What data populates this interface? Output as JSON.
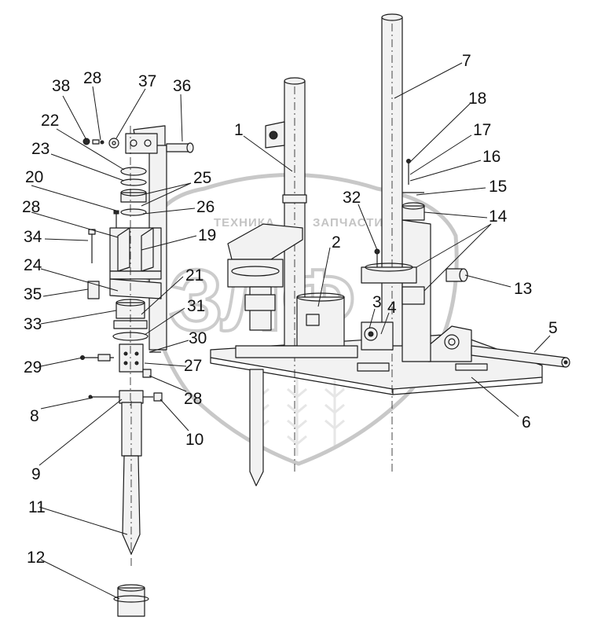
{
  "watermark": {
    "left_word": "ТЕХНИКА",
    "right_word": "ЗАПЧАСТИ",
    "logo_letters": "ЗЛФ"
  },
  "callouts": [
    {
      "id": "c38",
      "label": "38"
    },
    {
      "id": "c28a",
      "label": "28"
    },
    {
      "id": "c37",
      "label": "37"
    },
    {
      "id": "c36",
      "label": "36"
    },
    {
      "id": "c22",
      "label": "22"
    },
    {
      "id": "c23",
      "label": "23"
    },
    {
      "id": "c25",
      "label": "25"
    },
    {
      "id": "c20",
      "label": "20"
    },
    {
      "id": "c26",
      "label": "26"
    },
    {
      "id": "c28b",
      "label": "28"
    },
    {
      "id": "c34",
      "label": "34"
    },
    {
      "id": "c19",
      "label": "19"
    },
    {
      "id": "c24",
      "label": "24"
    },
    {
      "id": "c35",
      "label": "35"
    },
    {
      "id": "c21",
      "label": "21"
    },
    {
      "id": "c33",
      "label": "33"
    },
    {
      "id": "c31",
      "label": "31"
    },
    {
      "id": "c30",
      "label": "30"
    },
    {
      "id": "c29",
      "label": "29"
    },
    {
      "id": "c27",
      "label": "27"
    },
    {
      "id": "c28c",
      "label": "28"
    },
    {
      "id": "c8",
      "label": "8"
    },
    {
      "id": "c10",
      "label": "10"
    },
    {
      "id": "c9",
      "label": "9"
    },
    {
      "id": "c11",
      "label": "11"
    },
    {
      "id": "c12",
      "label": "12"
    },
    {
      "id": "c1",
      "label": "1"
    },
    {
      "id": "c2",
      "label": "2"
    },
    {
      "id": "c3",
      "label": "3"
    },
    {
      "id": "c4",
      "label": "4"
    },
    {
      "id": "c32",
      "label": "32"
    },
    {
      "id": "c7",
      "label": "7"
    },
    {
      "id": "c18",
      "label": "18"
    },
    {
      "id": "c17",
      "label": "17"
    },
    {
      "id": "c16",
      "label": "16"
    },
    {
      "id": "c15",
      "label": "15"
    },
    {
      "id": "c14",
      "label": "14"
    },
    {
      "id": "c13",
      "label": "13"
    },
    {
      "id": "c5",
      "label": "5"
    },
    {
      "id": "c6",
      "label": "6"
    }
  ]
}
